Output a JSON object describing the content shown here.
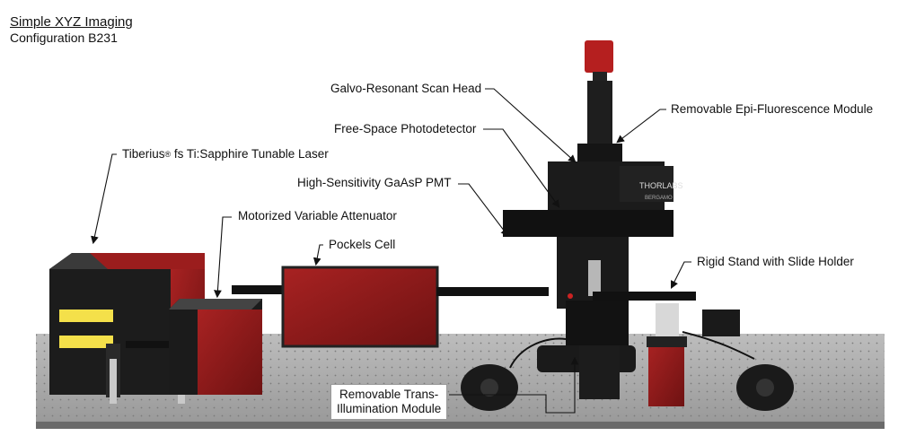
{
  "header": {
    "title": "Simple XYZ Imaging",
    "subtitle": "Configuration B231"
  },
  "labels": {
    "laser_prefix": "Tiberius",
    "laser_reg": "®",
    "laser_suffix": " fs Ti:Sapphire Tunable Laser",
    "attenuator": "Motorized Variable Attenuator",
    "pockels": "Pockels Cell",
    "scan_head": "Galvo-Resonant Scan Head",
    "photodetector": "Free-Space Photodetector",
    "pmt": "High-Sensitivity GaAsP PMT",
    "epi": "Removable Epi-Fluorescence Module",
    "stand": "Rigid Stand with Slide Holder",
    "trans_line1": "Removable Trans-",
    "trans_line2": "Illumination Module"
  },
  "branding": {
    "microscope_logo": "THORLABS",
    "microscope_sublogo": "BERGAMO"
  },
  "colors": {
    "laser_red": "#8f1a1a",
    "laser_dark": "#1c1c1c",
    "table_gray": "#a9a9a9",
    "background": "#ffffff"
  }
}
